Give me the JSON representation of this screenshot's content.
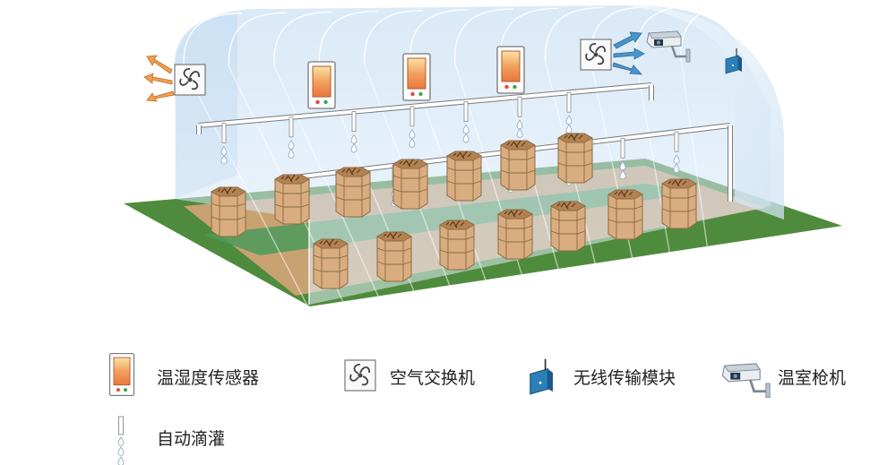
{
  "colors": {
    "ground": "#4e8a3a",
    "soil": "#c8a071",
    "aisle": "#4c9658",
    "glass": "#cfe4f5",
    "rib": "#ffffff",
    "pot": "#d7ab7d",
    "pot_stroke": "#8a6a44",
    "pipe": "#ffffff",
    "arrow_out": "#f0a050",
    "arrow_in": "#4a94cc"
  },
  "legend": [
    {
      "key": "sensor",
      "label": "温湿度传感器",
      "icon": "temperature-humidity-sensor-icon"
    },
    {
      "key": "fan",
      "label": "空气交换机",
      "icon": "air-exchanger-fan-icon"
    },
    {
      "key": "wireless",
      "label": "无线传输模块",
      "icon": "wireless-transmission-module-icon"
    },
    {
      "key": "camera",
      "label": "温室枪机",
      "icon": "greenhouse-camera-icon"
    },
    {
      "key": "drip",
      "label": "自动滴灌",
      "icon": "auto-drip-irrigation-icon"
    }
  ]
}
